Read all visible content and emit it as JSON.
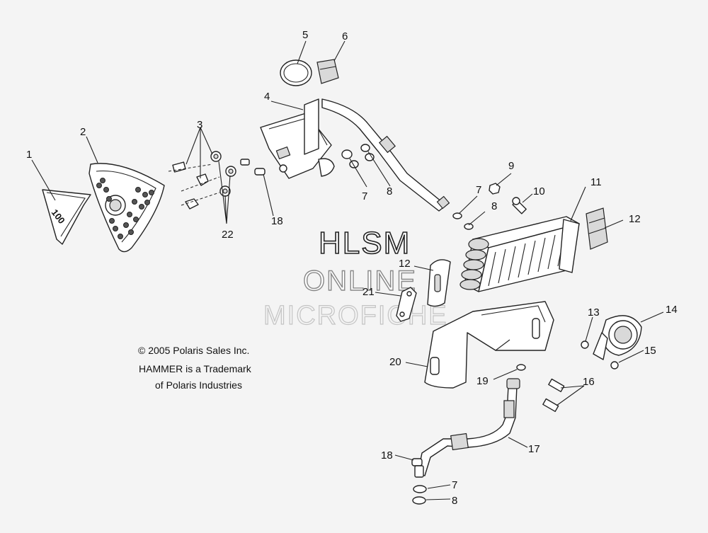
{
  "callouts": [
    {
      "id": "c1",
      "text": "1"
    },
    {
      "id": "c2",
      "text": "2"
    },
    {
      "id": "c3",
      "text": "3"
    },
    {
      "id": "c4",
      "text": "4"
    },
    {
      "id": "c5",
      "text": "5"
    },
    {
      "id": "c6",
      "text": "6"
    },
    {
      "id": "c7a",
      "text": "7"
    },
    {
      "id": "c8a",
      "text": "8"
    },
    {
      "id": "c9",
      "text": "9"
    },
    {
      "id": "c7b",
      "text": "7"
    },
    {
      "id": "c10",
      "text": "10"
    },
    {
      "id": "c11",
      "text": "11"
    },
    {
      "id": "c8b",
      "text": "8"
    },
    {
      "id": "c12a",
      "text": "12"
    },
    {
      "id": "c12b",
      "text": "12"
    },
    {
      "id": "c18a",
      "text": "18"
    },
    {
      "id": "c22",
      "text": "22"
    },
    {
      "id": "c21",
      "text": "21"
    },
    {
      "id": "c13",
      "text": "13"
    },
    {
      "id": "c14",
      "text": "14"
    },
    {
      "id": "c15",
      "text": "15"
    },
    {
      "id": "c20",
      "text": "20"
    },
    {
      "id": "c19",
      "text": "19"
    },
    {
      "id": "c16",
      "text": "16"
    },
    {
      "id": "c17",
      "text": "17"
    },
    {
      "id": "c18b",
      "text": "18"
    },
    {
      "id": "c7c",
      "text": "7"
    },
    {
      "id": "c8c",
      "text": "8"
    }
  ],
  "copyright": {
    "line1": "© 2005 Polaris Sales Inc.",
    "line2": "HAMMER is a Trademark",
    "line3": "of Polaris Industries"
  },
  "watermark": {
    "line1": "HLSM",
    "line2": "ONLINE",
    "line3": "MICROFICHE"
  },
  "emblem_text": "100"
}
